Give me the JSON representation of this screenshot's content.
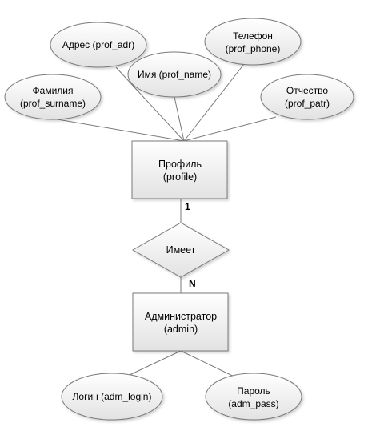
{
  "colors": {
    "line": "#7a7a7a",
    "fill_top": "#ffffff",
    "fill_bottom": "#e2e2e2",
    "shadow": "#c8c8c8"
  },
  "entities": {
    "profile": {
      "line1": "Профиль",
      "line2": "(profile)"
    },
    "admin": {
      "line1": "Администратор",
      "line2": "(admin)"
    }
  },
  "relationship": {
    "label": "Имеет"
  },
  "cardinality": {
    "top": "1",
    "bottom": "N"
  },
  "attributes": {
    "adr": {
      "line1": "Адрес (prof_adr)"
    },
    "phone": {
      "line1": "Телефон",
      "line2": "(prof_phone)"
    },
    "name": {
      "line1": "Имя (prof_name)"
    },
    "surname": {
      "line1": "Фамилия",
      "line2": "(prof_surname)"
    },
    "patr": {
      "line1": "Отчество",
      "line2": "(prof_patr)"
    },
    "login": {
      "line1": "Логин (adm_login)"
    },
    "pass": {
      "line1": "Пароль",
      "line2": "(adm_pass)"
    }
  }
}
